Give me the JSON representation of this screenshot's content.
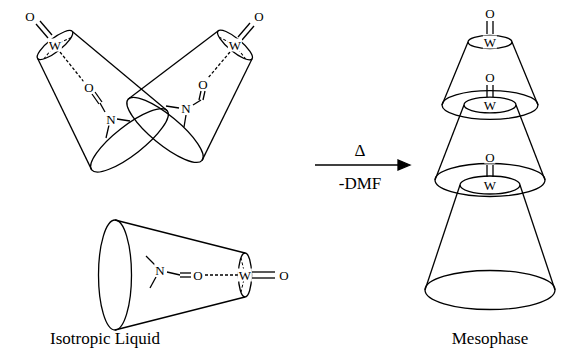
{
  "diagram": {
    "labels": [
      "O",
      "W",
      "O",
      "N",
      "W",
      "O",
      "O",
      "N",
      "N",
      "O",
      "W",
      "O",
      "O",
      "W",
      "O",
      "W",
      "O",
      "W",
      "Isotropic Liquid",
      "Δ",
      "-DMF",
      "Mesophase"
    ]
  }
}
